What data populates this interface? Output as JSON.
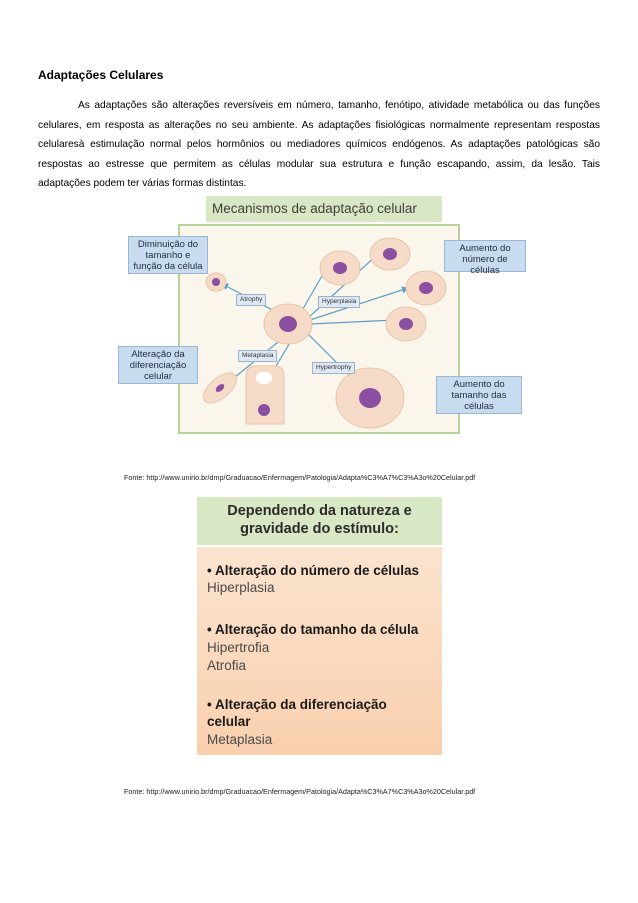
{
  "doc": {
    "title": "Adaptações Celulares",
    "paragraph": "As adaptações são alterações reversíveis em número, tamanho, fenótipo, atividade metabólica ou das funções celulares, em resposta as alterações no seu ambiente. As adaptações fisiológicas normalmente representam respostas celularesà estimulação normal pelos hormônios ou mediadores químicos endógenos. As adaptações patológicas são respostas ao estresse que permitem as células modular sua estrutura e função escapando, assim, da lesão. Tais adaptações podem ter várias formas distintas."
  },
  "figure1": {
    "header": "Mecanismos de adaptação celular",
    "box_atrophy": "Diminuição do tamanho e função da célula",
    "box_hyperplasia": "Aumento do número de células",
    "box_metaplasia": "Alteração da diferenciação celular",
    "box_hypertrophy": "Aumento do tamanho das células",
    "label_atrophy": "Atrophy",
    "label_hyperplasia": "Hyperplasia",
    "label_metaplasia": "Metaplasia",
    "label_hypertrophy": "Hypertrophy",
    "caption": "Fonte: http://www.unirio.br/dmp/Graduacao/Enfermagem/Patologia/Adapta%C3%A7%C3%A3o%20Celular.pdf"
  },
  "figure2": {
    "header_line1": "Dependendo da natureza e",
    "header_line2": "gravidade do estímulo:",
    "item1_title": "• Alteração do número de células",
    "item1_sub1": "Hiperplasia",
    "item2_title": "• Alteração do tamanho da célula",
    "item2_sub1": "Hipertrofia",
    "item2_sub2": "Atrofia",
    "item3_title_line1": "• Alteração da diferenciação",
    "item3_title_line2": "celular",
    "item3_sub1": "Metaplasia",
    "caption": "Fonte: http://www.unirio.br/dmp/Graduacao/Enfermagem/Patologia/Adapta%C3%A7%C3%A3o%20Celular.pdf"
  },
  "colors": {
    "header_green": "#d9e8c4",
    "box_blue": "#c8dcf0",
    "cell_body": "#f6dcc8",
    "nucleus": "#8a4fa0",
    "arrow": "#5aa0c8",
    "orange_gradient": "#f9d0ae"
  }
}
